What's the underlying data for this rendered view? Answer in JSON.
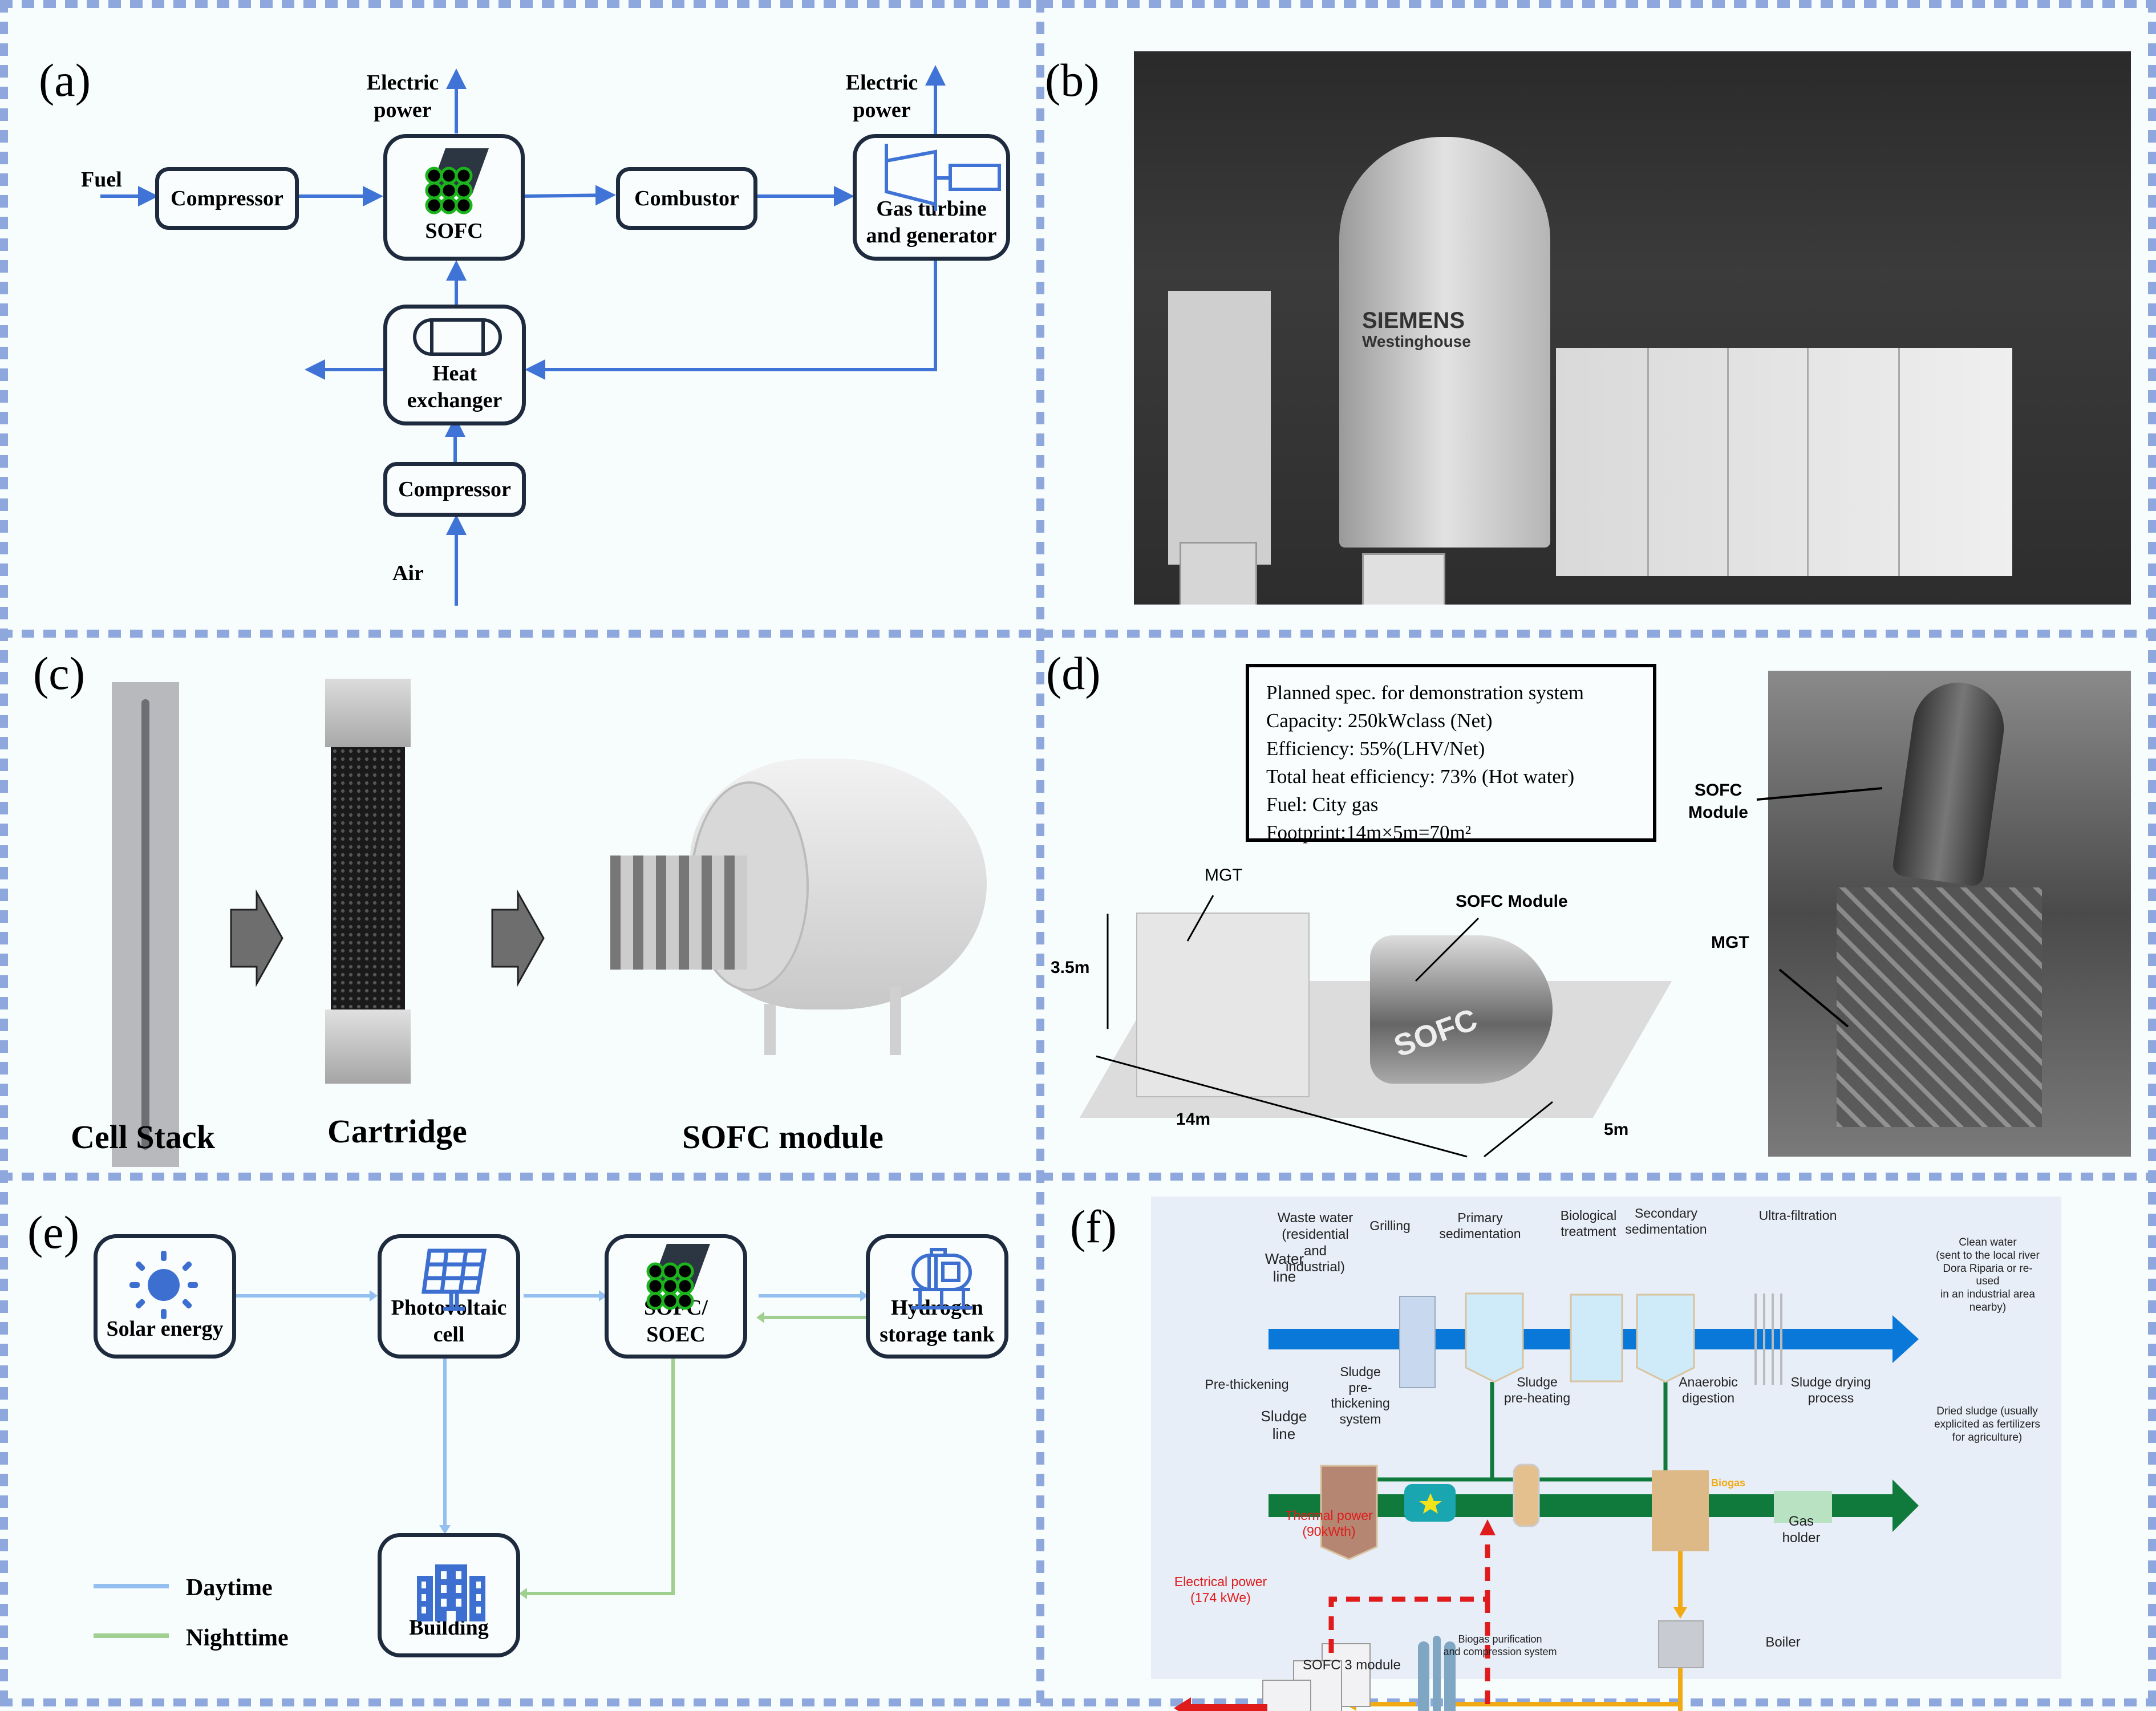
{
  "panels": {
    "a": {
      "label": "(a)",
      "fuel": "Fuel",
      "air": "Air",
      "electric_power_1": [
        "Electric",
        "power"
      ],
      "electric_power_2": [
        "Electric",
        "power"
      ],
      "compressor_top": "Compressor",
      "sofc": "SOFC",
      "combustor": "Combustor",
      "gas_turbine": [
        "Gas turbine",
        "and generator"
      ],
      "heat_exchanger": [
        "Heat",
        "exchanger"
      ],
      "compressor_bottom": "Compressor",
      "line_color": "#3f74d6"
    },
    "b": {
      "label": "(b)",
      "photo_brand": [
        "SIEMENS",
        "Westinghouse"
      ]
    },
    "c": {
      "label": "(c)",
      "captions": [
        "Cell Stack",
        "Cartridge",
        "SOFC module"
      ]
    },
    "d": {
      "label": "(d)",
      "spec_lines": [
        "Planned spec. for demonstration system",
        "Capacity: 250kWclass (Net)",
        "Efficiency: 55%(LHV/Net)",
        "Total heat efficiency: 73% (Hot water)",
        "Fuel: City gas",
        "Footprint:14m×5m=70m²"
      ],
      "render_labels": {
        "mgt": "MGT",
        "sofc_module": "SOFC Module",
        "sofc_text": "SOFC",
        "height": "3.5m",
        "length": "14m",
        "width": "5m"
      },
      "photo_labels": {
        "sofc_module": [
          "SOFC",
          "Module"
        ],
        "mgt": "MGT"
      }
    },
    "e": {
      "label": "(e)",
      "solar": "Solar energy",
      "pv": [
        "Photovoltaic",
        "cell"
      ],
      "sofc": [
        "SOFC/",
        "SOEC"
      ],
      "hydrogen": [
        "Hydrogen",
        "storage tank"
      ],
      "building": "Building",
      "legend": [
        {
          "label": "Daytime",
          "color": "#94c0ef"
        },
        {
          "label": "Nighttime",
          "color": "#9fd08f"
        }
      ],
      "icon_color": "#3d6fd1"
    },
    "f": {
      "label": "(f)",
      "water_line": [
        "Water",
        "line"
      ],
      "sludge_line": [
        "Sludge",
        "line"
      ],
      "waste_water": [
        "Waste water",
        "(residential and",
        "industrial)"
      ],
      "grilling": "Grilling",
      "primary_sed": [
        "Primary",
        "sedimentation"
      ],
      "bio_treatment": [
        "Biological",
        "treatment"
      ],
      "secondary_sed": [
        "Secondary",
        "sedimentation"
      ],
      "ultra_filtration": "Ultra-filtration",
      "clean_water": [
        "Clean water",
        "(sent to the local river",
        "Dora Riparia or re-used",
        "in an industrial area",
        "nearby)"
      ],
      "pre_thickening": "Pre-thickening",
      "sludge_prethick": [
        "Sludge",
        "pre-thickening",
        "system"
      ],
      "sludge_preheat": [
        "Sludge",
        "pre-heating"
      ],
      "anaerobic": [
        "Anaerobic",
        "digestion"
      ],
      "sludge_drying": [
        "Sludge drying",
        "process"
      ],
      "dried_sludge": [
        "Dried sludge (usually",
        "explicited as fertilizers",
        "for agriculture)"
      ],
      "biogas": "Biogas",
      "gas_holder": [
        "Gas",
        "holder"
      ],
      "boiler": "Boiler",
      "thermal_power": [
        "Thermal power",
        "(90kWth)"
      ],
      "electrical_power": [
        "Electrical power",
        "(174 kWe)"
      ],
      "purification": [
        "Biogas purification",
        "and compression system"
      ],
      "sofc_modules": "SOFC 3 module",
      "colors": {
        "water": "#0a78d8",
        "sludge": "#0f7a3c",
        "biogas": "#f0aa14",
        "power": "#e01b1b",
        "bg": "#e8eef8"
      }
    }
  }
}
